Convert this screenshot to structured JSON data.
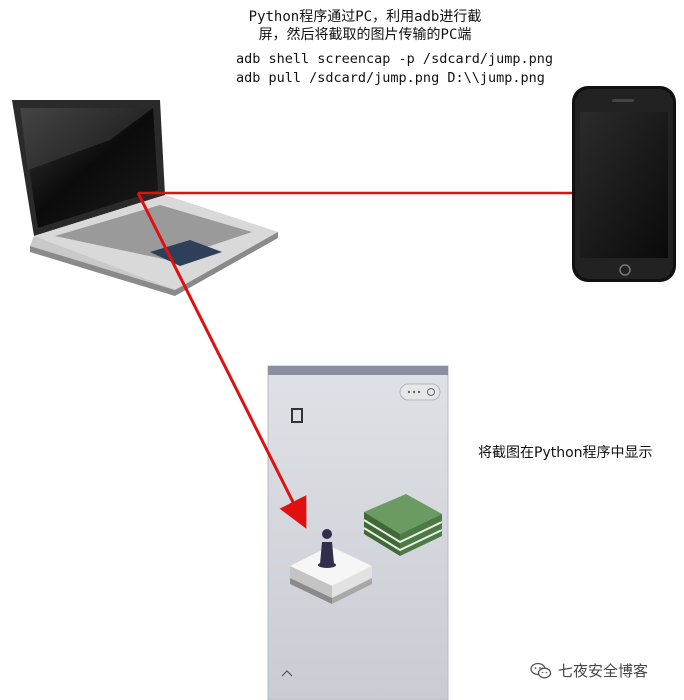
{
  "caption_top": [
    "Python程序通过PC，利用adb进行截",
    "屏，然后将截取的图片传输的PC端"
  ],
  "commands": [
    "adb shell screencap -p /sdcard/jump.png",
    "adb pull /sdcard/jump.png D:\\\\jump.png"
  ],
  "caption_right": "将截图在Python程序中显示",
  "watermark": "七夜安全博客",
  "colors": {
    "arrow": "#e01010",
    "laptop": "#2a2a2a",
    "phone": "#111111",
    "game_bg": "#d9dbe0",
    "block_green": "#4d7a45"
  },
  "icons": [
    "laptop-icon",
    "smartphone-icon",
    "game-screenshot",
    "wechat-icon"
  ]
}
